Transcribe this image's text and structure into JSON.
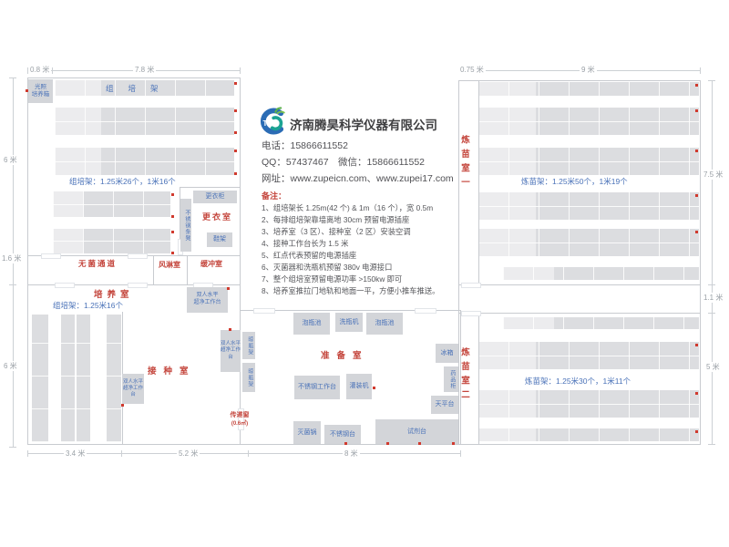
{
  "company": {
    "name": "济南腾昊科学仪器有限公司",
    "phone": "电话：15866611552",
    "qq_wechat": "QQ：57437467　微信：15866611552",
    "website": "网址：www.zupeicn.com、www.zupei17.com"
  },
  "notes": {
    "title": "备注：",
    "items": [
      "1、组培架长 1.25m(42 个) & 1m（16 个），宽 0.5m",
      "2、每排组培架靠墙离地 30cm 预留电源插座",
      "3、培养室（3 区）、接种室（2 区）安装空调",
      "4、接种工作台长为 1.5 米",
      "5、红点代表预留的电源插座",
      "6、灭菌器和洗瓶机预留 380v 电源接口",
      "7、整个组培室预留电源功率 >150kw 即可",
      "8、培养室推拉门地轨和地面一平，方便小推车推送。"
    ]
  },
  "left_building": {
    "dim_top_a": "0.8 米",
    "dim_top_b": "7.8 米",
    "dim_left_a": "6 米",
    "dim_left_b": "1.6 米",
    "dim_left_c": "6 米",
    "dim_bottom_a": "3.4 米",
    "dim_bottom_b": "5.2 米",
    "dim_bottom_c": "8 米",
    "light_incubator": "光照\n培养箱",
    "rack_header": "组培架",
    "rack_count_top": "组培架：1.25米26个，1米16个",
    "changing_room": {
      "name": "更衣室",
      "wardrobe": "更衣柜",
      "bench": "不锈钢条凳",
      "shoe_rack": "鞋架"
    },
    "corridor": {
      "sterile": "无菌通道",
      "air_shower": "风淋室",
      "buffer": "缓冲室"
    },
    "culture_room": {
      "name": "培养室",
      "rack_count": "组培架：1.25米16个"
    },
    "inoculation_room": {
      "name": "接种室",
      "bench": "双人水平\n超净工作台",
      "transfer_window": "传递窗",
      "transfer_area": "(0.6㎡)"
    },
    "prep_room": {
      "name": "准备室",
      "bottle_rack": "晾瓶架",
      "soak_pool": "泡瓶池",
      "washer": "洗瓶机",
      "work_table": "不锈钢工作台",
      "filling_machine": "灌装机",
      "fridge": "冰箱",
      "medicine_cabinet": "药品柜",
      "balance_table": "天平台",
      "sterilizer": "灭菌锅",
      "steel_table": "不锈钢台",
      "reagent_table": "试剂台"
    }
  },
  "right_building": {
    "dim_top_a": "0.75 米",
    "dim_top_b": "9 米",
    "dim_right_a": "7.5 米",
    "dim_right_b": "1.1 米",
    "dim_right_c": "5 米",
    "room1": {
      "name": "炼苗室一",
      "rack_count": "炼苗架：1.25米50个，1米19个"
    },
    "room2": {
      "name": "炼苗室二",
      "rack_count": "炼苗架：1.25米30个，1米11个"
    }
  },
  "colors": {
    "accent_red": "#c4453c",
    "accent_blue": "#4a72b8",
    "shelf_gray": "#dcdde0",
    "wall_gray": "#c8cbd0",
    "dot_red": "#d03a2e"
  }
}
